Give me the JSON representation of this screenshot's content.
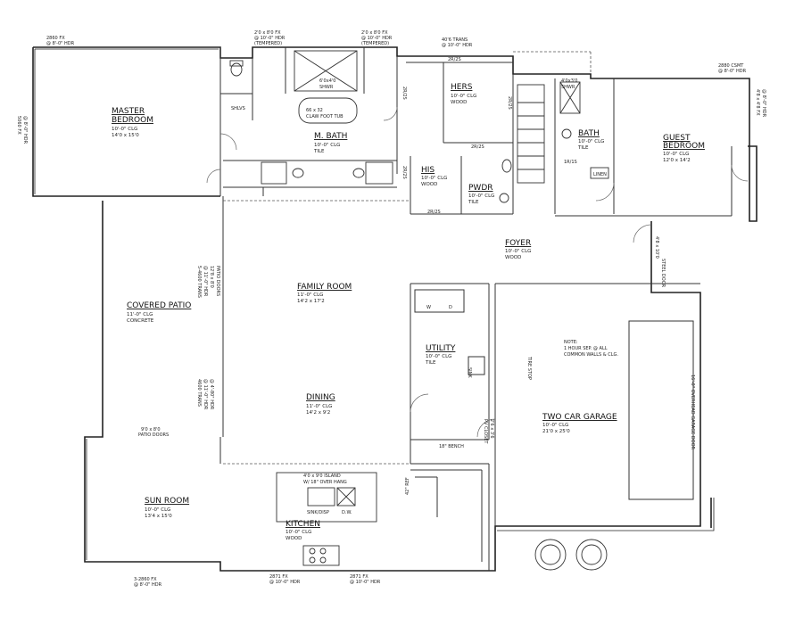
{
  "rooms": {
    "master": {
      "name": "MASTER BEDROOM",
      "line1": "MASTER",
      "line2": "BEDROOM",
      "ceiling": "10'-0\" CLG",
      "size": "14'0 x 15'0"
    },
    "mbath": {
      "name": "M. BATH",
      "ceiling": "10'-0\" CLG",
      "finish": "TILE"
    },
    "hers": {
      "name": "HERS",
      "ceiling": "10'-0\" CLG",
      "finish": "WOOD"
    },
    "his": {
      "name": "HIS",
      "ceiling": "10'-0\" CLG",
      "finish": "WOOD"
    },
    "pwdr": {
      "name": "PWDR",
      "ceiling": "10'-0\" CLG",
      "finish": "TILE"
    },
    "bath": {
      "name": "BATH",
      "ceiling": "10'-0\" CLG",
      "finish": "TILE"
    },
    "guest": {
      "line1": "GUEST",
      "line2": "BEDROOM",
      "ceiling": "10'-0\" CLG",
      "size": "12'0 x 14'2"
    },
    "foyer": {
      "name": "FOYER",
      "ceiling": "10'-0\" CLG",
      "finish": "WOOD"
    },
    "family": {
      "name": "FAMILY ROOM",
      "ceiling": "11'-0\" CLG",
      "size": "14'2 x 17'2"
    },
    "patio": {
      "name": "COVERED PATIO",
      "ceiling": "11'-0\" CLG",
      "finish": "CONCRETE"
    },
    "utility": {
      "name": "UTILITY",
      "ceiling": "10'-0\" CLG",
      "finish": "TILE"
    },
    "dining": {
      "name": "DINING",
      "ceiling": "11'-0\" CLG",
      "size": "14'2 x 9'2"
    },
    "garage": {
      "name": "TWO CAR GARAGE",
      "ceiling": "10'-0\" CLG",
      "size": "21'0 x 25'0"
    },
    "sunroom": {
      "name": "SUN ROOM",
      "ceiling": "10'-0\" CLG",
      "size": "13'4 x 15'0"
    },
    "kitchen": {
      "name": "KITCHEN",
      "ceiling": "10'-0\" CLG",
      "finish": "WOOD"
    }
  },
  "notes": {
    "garage_note": [
      "NOTE:",
      "1 HOUR SEP. @ ALL",
      "COMMON WALLS & CLG."
    ],
    "garage_door": "16'-0\" OVERHEAD GARAGE DOOR",
    "island": [
      "4'0 x 9'0 ISLAND",
      "W/ 18\" OVER HANG"
    ],
    "tub": [
      "66 x 32",
      "CLAW FOOT TUB"
    ],
    "master_shower": [
      "6'0x4'0",
      "SHWR"
    ],
    "bath_shower": [
      "4'0x3'0",
      "SHWR"
    ],
    "bench": "18\" BENCH",
    "ref": "42\" REF",
    "sink_dw": "SINK/DISP",
    "dw": "D.W.",
    "sink": "SINK",
    "linen": "LINEN",
    "shlvs": "SHLVS",
    "wd": [
      "W",
      "D"
    ],
    "tire_stop": "TIRE STOP",
    "steel_door": "STEEL DOOR",
    "steel_door_size": "4'8 x 10'0",
    "pw_closet": "PV CLOSET",
    "closet_size": "2'6 x 3'6",
    "shelves": [
      "2R/2S",
      "2R/2S",
      "2R/2S",
      "2R/2S",
      "2R/2S",
      "2R/2S",
      "1R/1S"
    ]
  },
  "windows": {
    "w_top_left": [
      "2860 FX",
      "@ 8'-0\" HDR"
    ],
    "w_top_mid1": [
      "2'0 x 8'0 FX",
      "@ 10'-0\" HDR",
      "(TEMPERED)"
    ],
    "w_top_mid2": [
      "2'0 x 8'0 FX",
      "@ 10'-0\" HDR",
      "(TEMPERED)"
    ],
    "w_top_hers": [
      "40'6 TRANS",
      "@ 10'-0\" HDR"
    ],
    "w_top_right": [
      "2880 CSMT",
      "@ 8'-0\" HDR"
    ],
    "w_left_master": [
      "5060 FX",
      "@ 8'-0\" HDR"
    ],
    "w_right_guest": [
      "4'8 x 4'8 FX",
      "@ 8'-0\" HDR"
    ],
    "w_patio_doors": [
      "5-4600 TRANS",
      "@ 11'-0\" HDR",
      "12'8 x 8'0",
      "PATIO DOORS"
    ],
    "w_patio_lower": [
      "4600 TRANS",
      "@ 11'-0\" HDR",
      "@ 4'-80\" HDR"
    ],
    "w_sun_top": [
      "9'0 x 8'0",
      "PATIO DOORS"
    ],
    "w_bot_sun": [
      "3-2860 FX",
      "@ 8'-0\" HDR"
    ],
    "w_bot_k1": [
      "2871 FX",
      "@ 10'-0\" HDR"
    ],
    "w_bot_k2": [
      "2871 FX",
      "@ 10'-0\" HDR"
    ]
  }
}
